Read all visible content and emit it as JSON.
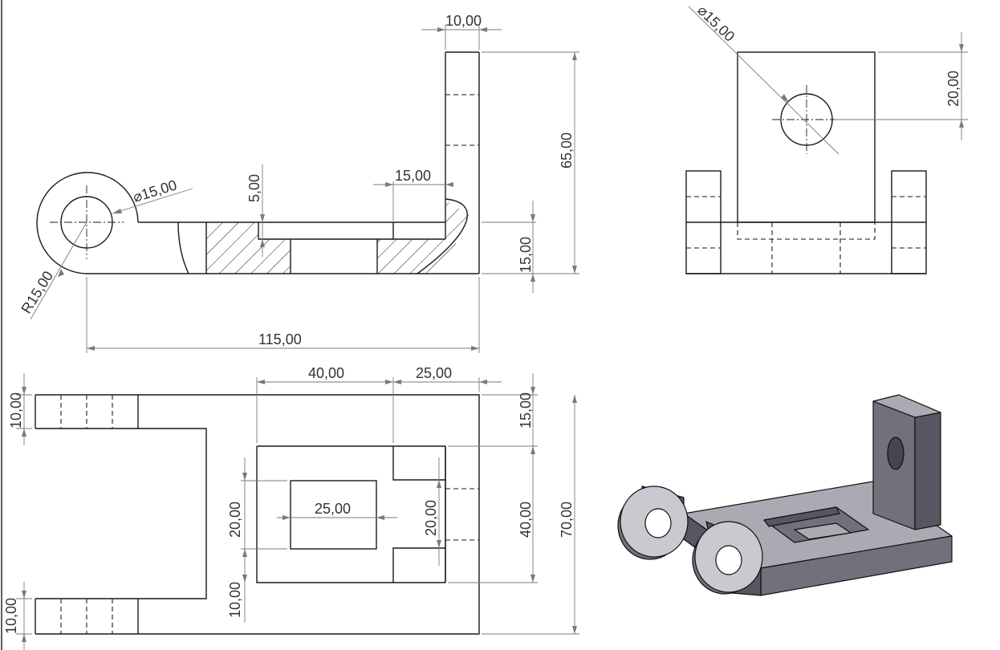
{
  "views": {
    "front": {
      "dims": {
        "top_width": "10,00",
        "height_total": "65,00",
        "step": "15,00",
        "base_height": "15,00",
        "pocket_depth": "5,00",
        "hole_dia": "15,00",
        "radius": "R15,00",
        "length": "115,00"
      }
    },
    "side": {
      "dims": {
        "hole_dia": "15,00",
        "hole_offset": "20,00"
      }
    },
    "top": {
      "dims": {
        "w40": "40,00",
        "w25": "25,00",
        "h15": "15,00",
        "h40": "40,00",
        "h70": "70,00",
        "lug_top": "10,00",
        "lug_bot": "10,00",
        "slot_h": "20,00",
        "slot_w": "25,00",
        "pocket_h": "20,00",
        "bottom_10": "10,00"
      }
    },
    "iso": {
      "colors": {
        "top": "#a9aab2",
        "side": "#565760",
        "front": "#70717b",
        "edge": "#111111"
      }
    }
  }
}
